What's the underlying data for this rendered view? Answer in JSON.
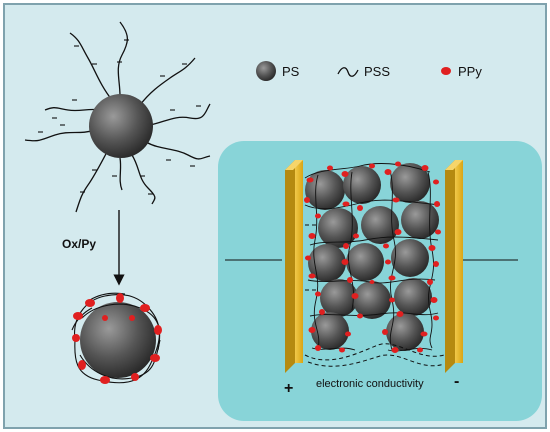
{
  "legend": {
    "ps": "PS",
    "pss": "PSS",
    "ppy": "PPy"
  },
  "reaction_label": "Ox/Py",
  "electrodes": {
    "positive": "+",
    "negative": "-"
  },
  "conduction_label": "electronic conductivity",
  "colors": {
    "background": "#d4eaee",
    "frame": "#7fa2ad",
    "cell": "#88d4d8",
    "electrode": "#e7b521",
    "sphere": "#5a5a5a",
    "ppy": "#e02020"
  }
}
